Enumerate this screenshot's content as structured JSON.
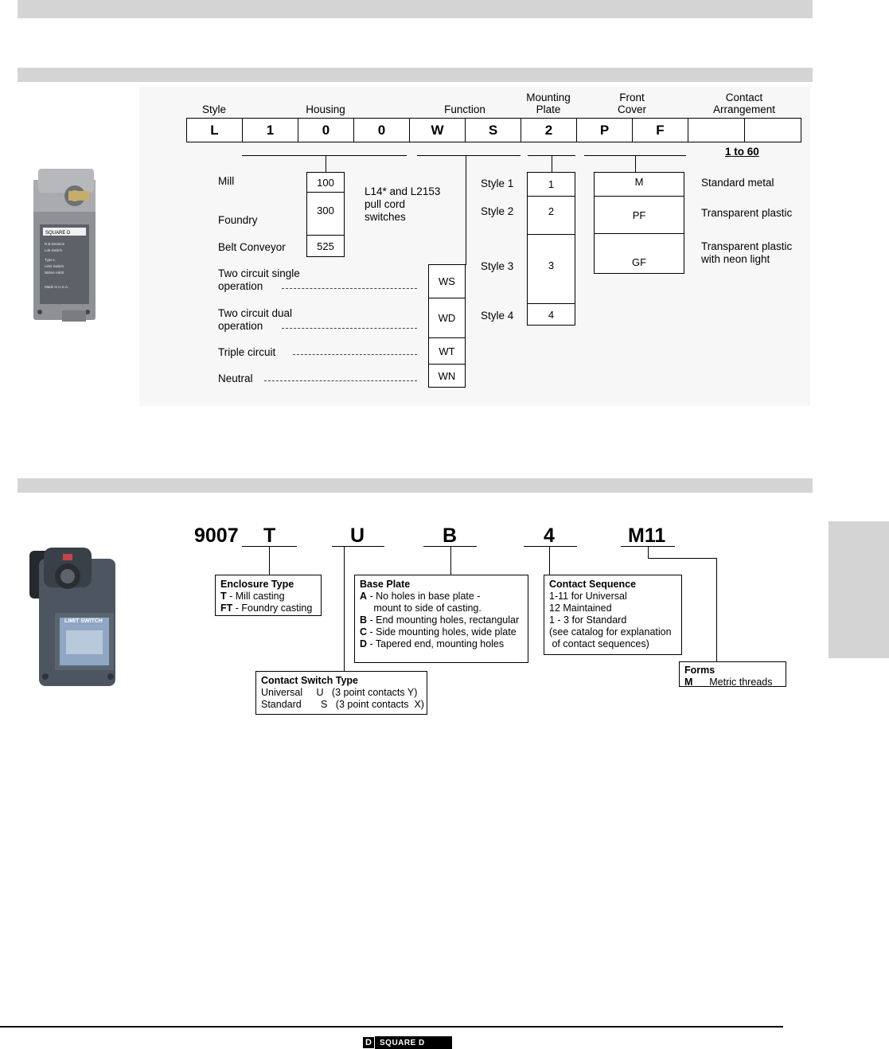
{
  "section1": {
    "headers": {
      "style": "Style",
      "housing": "Housing",
      "function": "Function",
      "mounting_plate": "Mounting\nPlate",
      "front_cover": "Front\nCover",
      "contact_arrangement": "Contact\nArrangement"
    },
    "cells": [
      "L",
      "1",
      "0",
      "0",
      "W",
      "S",
      "2",
      "P",
      "F",
      "",
      ""
    ],
    "contact_range": "1 to 60",
    "housing": {
      "labels": [
        "Mill",
        "Foundry",
        "Belt Conveyor"
      ],
      "codes": [
        "100",
        "300",
        "525"
      ],
      "note": "L14* and L2153\npull cord\nswitches"
    },
    "function": {
      "labels": [
        "Two circuit single\noperation",
        "Two circuit dual\noperation",
        "Triple circuit",
        "Neutral"
      ],
      "codes": [
        "WS",
        "WD",
        "WT",
        "WN"
      ]
    },
    "mounting_plate": {
      "labels": [
        "Style 1",
        "Style 2",
        "Style 3",
        "Style 4"
      ],
      "codes": [
        "1",
        "2",
        "3",
        "4"
      ]
    },
    "front_cover": {
      "codes": [
        "M",
        "PF",
        "GF"
      ],
      "labels": [
        "Standard metal",
        "Transparent plastic",
        "Transparent plastic\nwith neon light"
      ]
    },
    "product_photo": {
      "icon": "limit-switch-lever-photo",
      "brand": "SQUARE D",
      "lines": [
        "R.B.Denison",
        "Lok-Switch",
        "Type L",
        "Limit Switch",
        "NEMA A600",
        "Made in U.S.A."
      ]
    }
  },
  "section2": {
    "codes": [
      "9007",
      "T",
      "U",
      "B",
      "4",
      "M11"
    ],
    "enclosure": {
      "title": "Enclosure Type",
      "rows": [
        {
          "k": "T",
          "v": " - Mill casting"
        },
        {
          "k": "FT",
          "v": " - Foundry casting"
        }
      ]
    },
    "contact_switch": {
      "title": "Contact Switch Type",
      "rows": [
        "Universal     U   (3 point contacts Y)",
        "Standard       S   (3 point contacts  X)"
      ]
    },
    "base_plate": {
      "title": "Base Plate",
      "rows": [
        {
          "k": "A",
          "v": " - No holes in base plate -"
        },
        {
          "k": "",
          "v": "     mount to side of casting."
        },
        {
          "k": "B",
          "v": " - End mounting holes, rectangular"
        },
        {
          "k": "C",
          "v": " - Side mounting holes, wide plate"
        },
        {
          "k": "D",
          "v": " - Tapered end, mounting holes"
        }
      ]
    },
    "contact_sequence": {
      "title": "Contact Sequence",
      "rows": [
        "1-11 for Universal",
        "12 Maintained",
        "1 - 3 for Standard",
        "(see catalog for explanation",
        " of contact sequences)"
      ]
    },
    "forms": {
      "title": "Forms",
      "rows": [
        {
          "k": "M",
          "v": "      Metric threads"
        }
      ]
    },
    "product_photo": {
      "icon": "limit-switch-photo",
      "label": "LIMIT SWITCH"
    }
  },
  "footer": {
    "logo_mark": "D",
    "logo_text": "SQUARE D"
  }
}
